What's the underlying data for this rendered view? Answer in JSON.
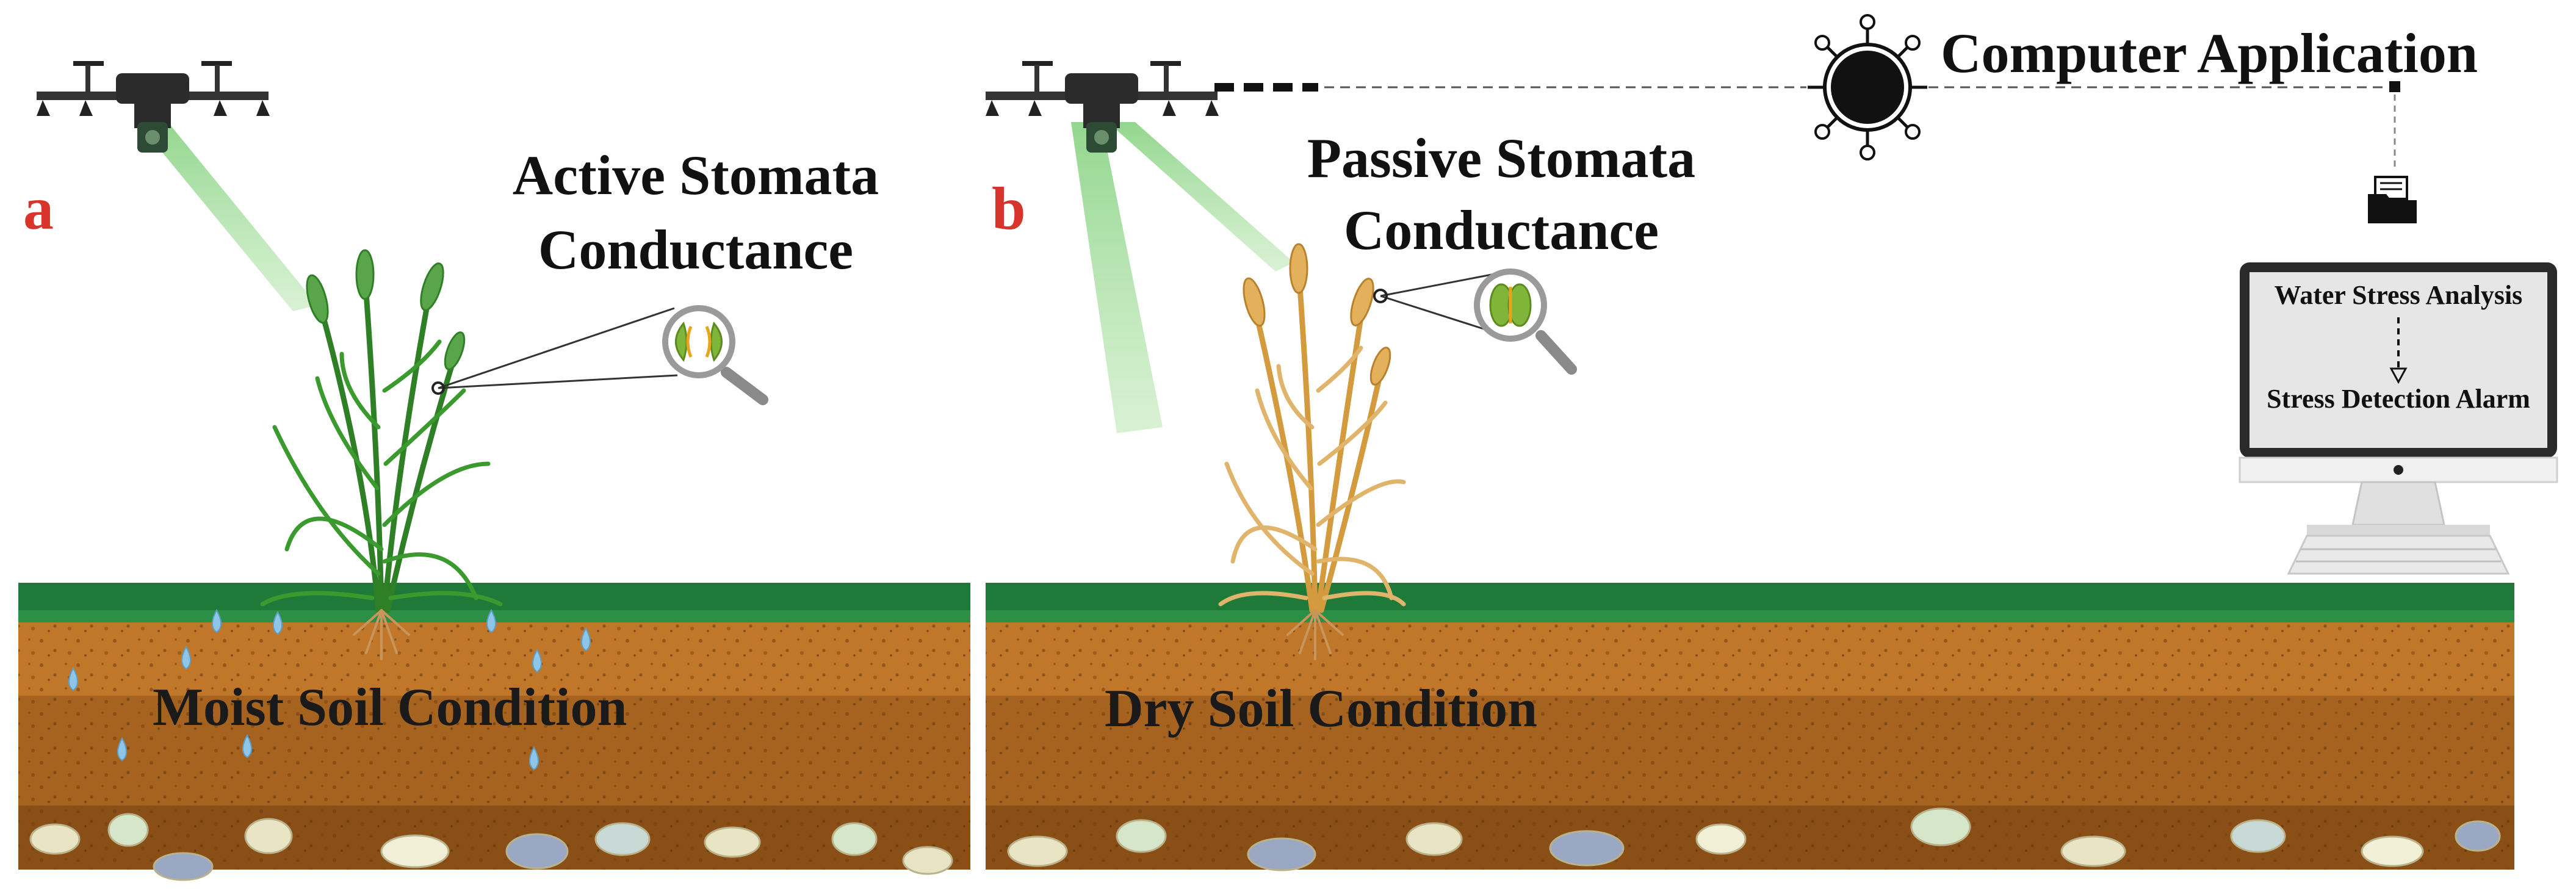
{
  "panel_a": {
    "letter": "a",
    "stomata_label_line1": "Active Stomata",
    "stomata_label_line2": "Conductance",
    "soil_label": "Moist Soil Condition"
  },
  "panel_b": {
    "letter": "b",
    "stomata_label_line1": "Passive Stomata",
    "stomata_label_line2": "Conductance",
    "soil_label": "Dry Soil Condition",
    "app_label": "Computer Application",
    "monitor_line1": "Water Stress Analysis",
    "monitor_line2": "Stress Detection Alarm"
  },
  "colors": {
    "panel_letter": "#d9342b",
    "grass": "#1f7a3a",
    "soil_top": "#c0772a",
    "soil_mid": "#a5631f",
    "soil_deep": "#8a4f17",
    "healthy_plant": "#3a8f2e",
    "dry_plant": "#d9a24e",
    "drone_beam": "#8fd48a",
    "water_drop": "#8fc6e8"
  }
}
